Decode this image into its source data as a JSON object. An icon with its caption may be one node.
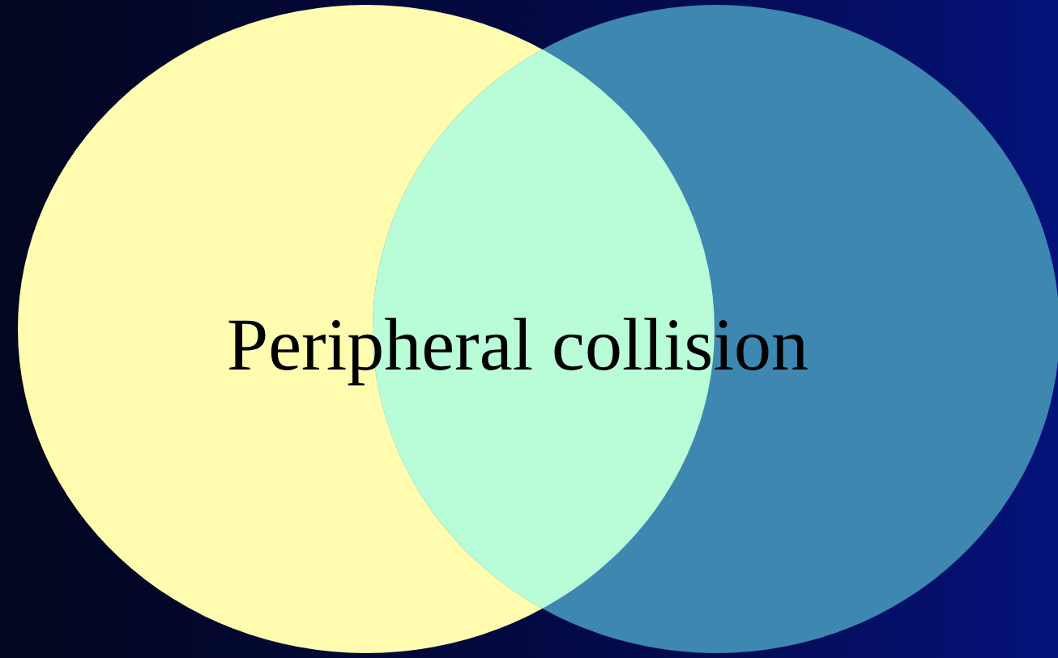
{
  "diagram": {
    "nodes": [
      {
        "text": [],
        "shape": "circle"
      },
      {
        "text": [],
        "shape": "circle"
      }
    ],
    "edges": [],
    "labels": [
      "Peripheral collision"
    ]
  }
}
